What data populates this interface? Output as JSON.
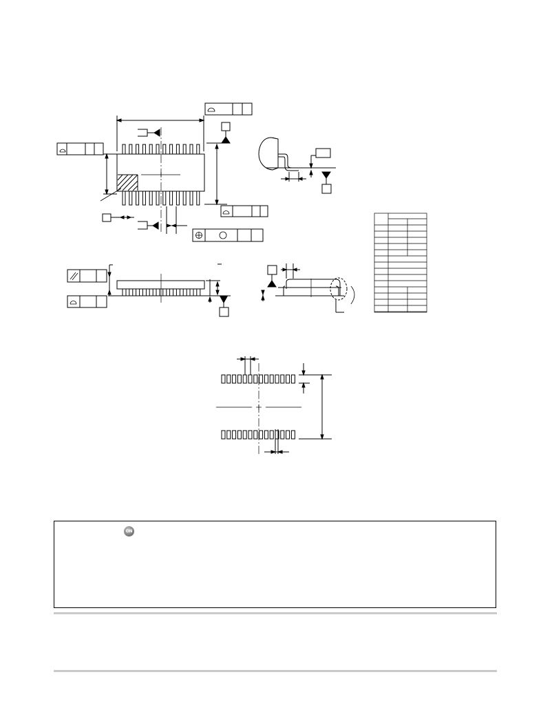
{
  "logo": {
    "text": "ON",
    "icon": "on-semiconductor-logo-icon"
  },
  "colors": {
    "line": "#000000",
    "rule": "#c9c9c9",
    "logo": "#707070"
  },
  "views": [
    "top-view",
    "lead-detail-view",
    "dimension-table",
    "side-view",
    "end-view",
    "soldering-footprint"
  ]
}
